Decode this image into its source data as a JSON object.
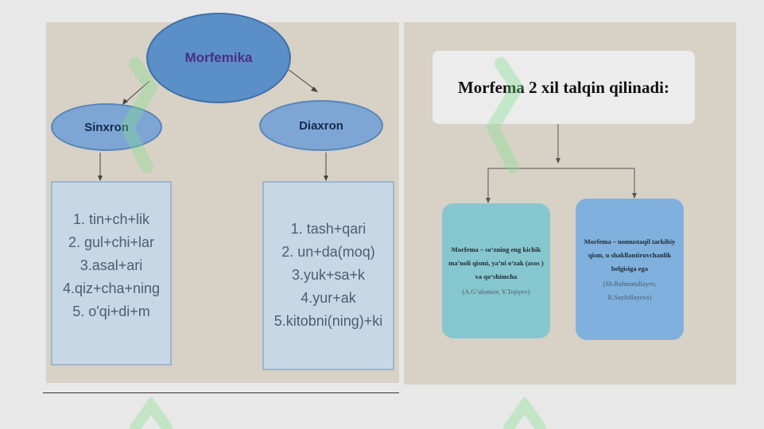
{
  "left_diagram": {
    "root": "Morfemika",
    "branches": [
      {
        "label": "Sinxron",
        "items": [
          "1. tin+ch+lik",
          "2. gul+chi+lar",
          "3.asal+ari",
          "4.qiz+cha+ning",
          "5. o'qi+di+m"
        ]
      },
      {
        "label": "Diaxron",
        "items": [
          "1. tash+qari",
          "2. un+da(moq)",
          "3.yuk+sa+k",
          "4.yur+ak",
          "5.kitobni(ning)+ki"
        ]
      }
    ]
  },
  "right_diagram": {
    "title": "Morfema 2 xil talqin qilinadi:",
    "boxes": [
      {
        "text": "Morfema – so‘zning eng kichik ma’noli qismi, ya’ni o‘zak (asos ) va qo‘shimcha",
        "authors": "(A.G’ulomov, Y.Tojiyev)"
      },
      {
        "text": "Morfema – nomustaqil tarkibiy qism, u shakllantiruvchanlik belgisiga ega",
        "authors": "(Sh.Rahmatullayev, R.Sayfullayeva)"
      }
    ]
  },
  "colors": {
    "left_panel": "#d7d1c6",
    "right_panel": "#d8d1c6",
    "root_ellipse": "#5b8fc8",
    "branch_ellipse": "#7ea6d4",
    "list_box": "#c7d7e6",
    "def_box_1": "#86c6cf",
    "def_box_2": "#7fb0de",
    "title_box": "#ececec"
  }
}
